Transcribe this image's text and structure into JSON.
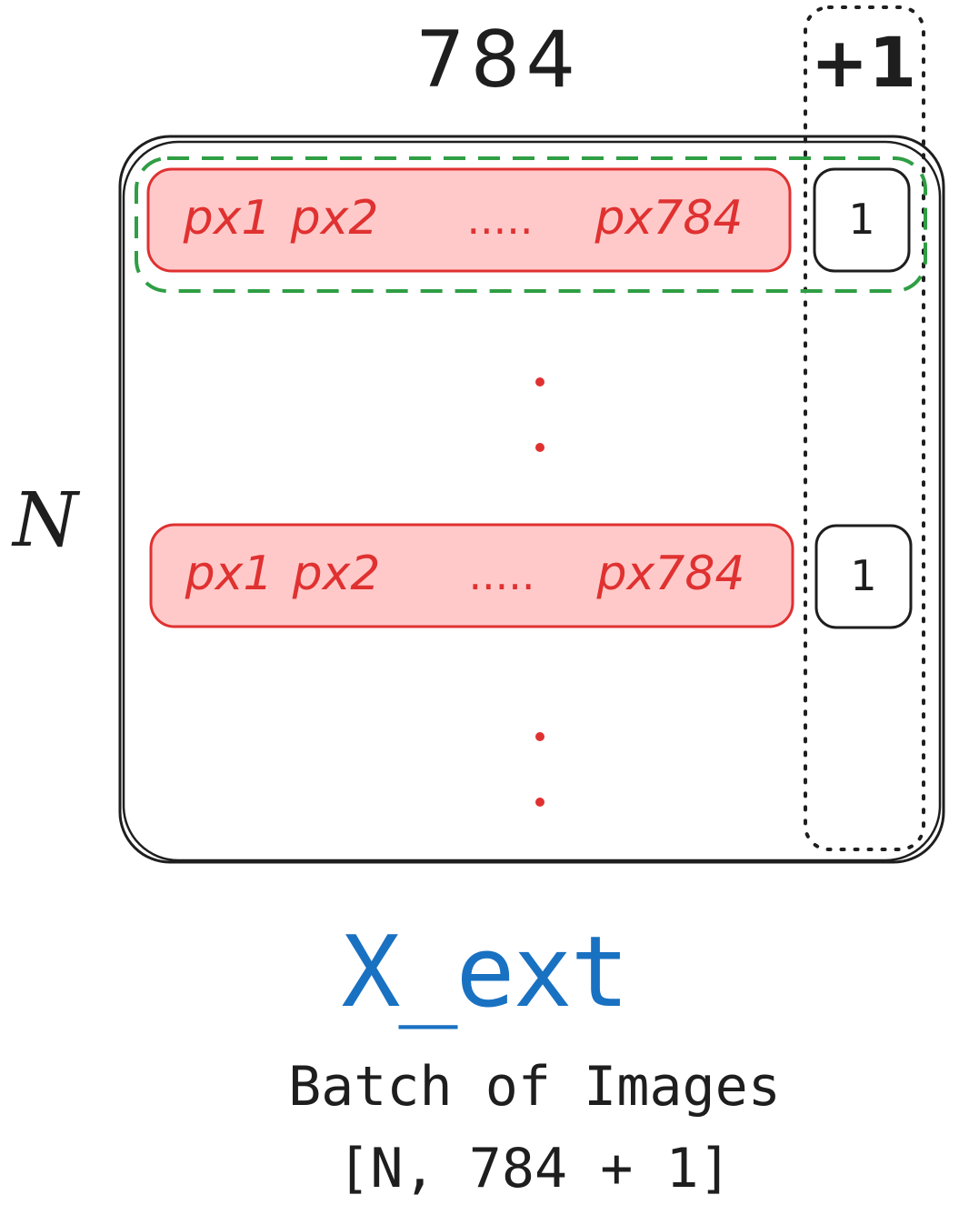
{
  "labels": {
    "width": "784",
    "extra_column": "+1",
    "rows": "N",
    "row_cells": [
      "px1",
      "px2",
      ".....",
      "px784"
    ],
    "bias_value": "1"
  },
  "title": "X_ext",
  "subtitle": "Batch of Images",
  "shape": "[N, 784 + 1]",
  "colors": {
    "ink": "#1e1e1e",
    "row_fill": "#ffc9c9",
    "row_stroke": "#e03131",
    "highlight_stroke": "#2f9e44",
    "title": "#1971c2"
  }
}
